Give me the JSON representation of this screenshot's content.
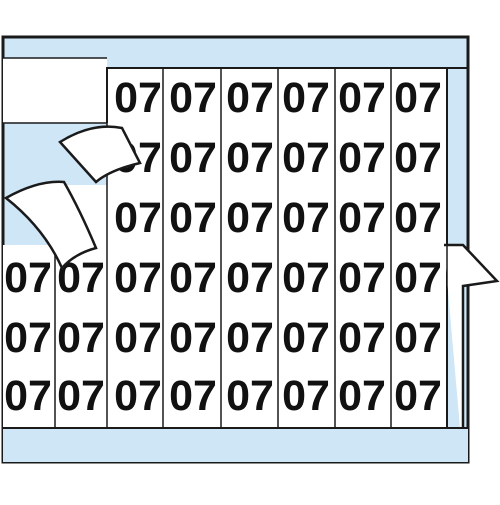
{
  "sheet": {
    "label_text": "07",
    "row_count": 6,
    "columns_full": 6,
    "liner_color": "#cfe6f7",
    "label_color": "#ffffff",
    "outline_color": "#1a1a1a",
    "text_color": "#111111"
  }
}
